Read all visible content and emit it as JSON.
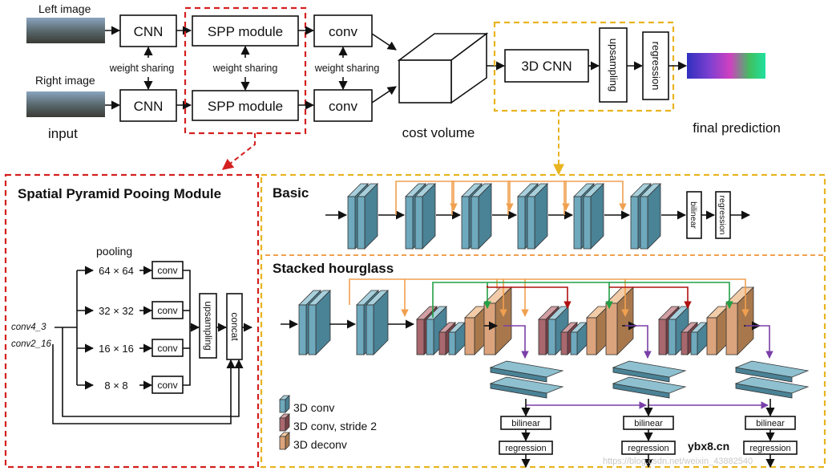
{
  "top": {
    "left_image_label": "Left image",
    "right_image_label": "Right image",
    "input_label": "input",
    "cnn_label": "CNN",
    "spp_label": "SPP module",
    "conv_label": "conv",
    "weight_sharing": "weight sharing",
    "cost_volume_label": "cost volume",
    "cnn3d_label": "3D CNN",
    "upsampling_label": "upsampling",
    "regression_label": "regression",
    "final_label": "final prediction"
  },
  "spp": {
    "title": "Spatial Pyramid Pooing Module",
    "pooling_label": "pooling",
    "sizes": [
      "64 × 64",
      "32 × 32",
      "16 × 16",
      "8 × 8"
    ],
    "conv_label": "conv",
    "upsampling_label": "upsampling",
    "concat_label": "concat",
    "input_a": "conv4_3",
    "input_b": "conv2_16"
  },
  "basic": {
    "title": "Basic",
    "bilinear": "bilinear",
    "regression": "regression"
  },
  "stacked": {
    "title": "Stacked hourglass",
    "bilinear": "bilinear",
    "regression": "regression"
  },
  "legend": [
    {
      "label": "3D conv",
      "color": "#6fa9bd"
    },
    {
      "label": "3D conv, stride 2",
      "color": "#a8686e"
    },
    {
      "label": "3D deconv",
      "color": "#dca47c"
    }
  ],
  "colors": {
    "red_dash": "#d42020",
    "yellow_dash": "#e8b420",
    "orange_skip": "#f0a050",
    "green_skip": "#22a045",
    "darkred_skip": "#b01010",
    "purple_branch": "#7a3fa8"
  },
  "watermark": {
    "site": "ybx8.cn",
    "url": "https://blog.csdn.net/weixin_43882540"
  }
}
